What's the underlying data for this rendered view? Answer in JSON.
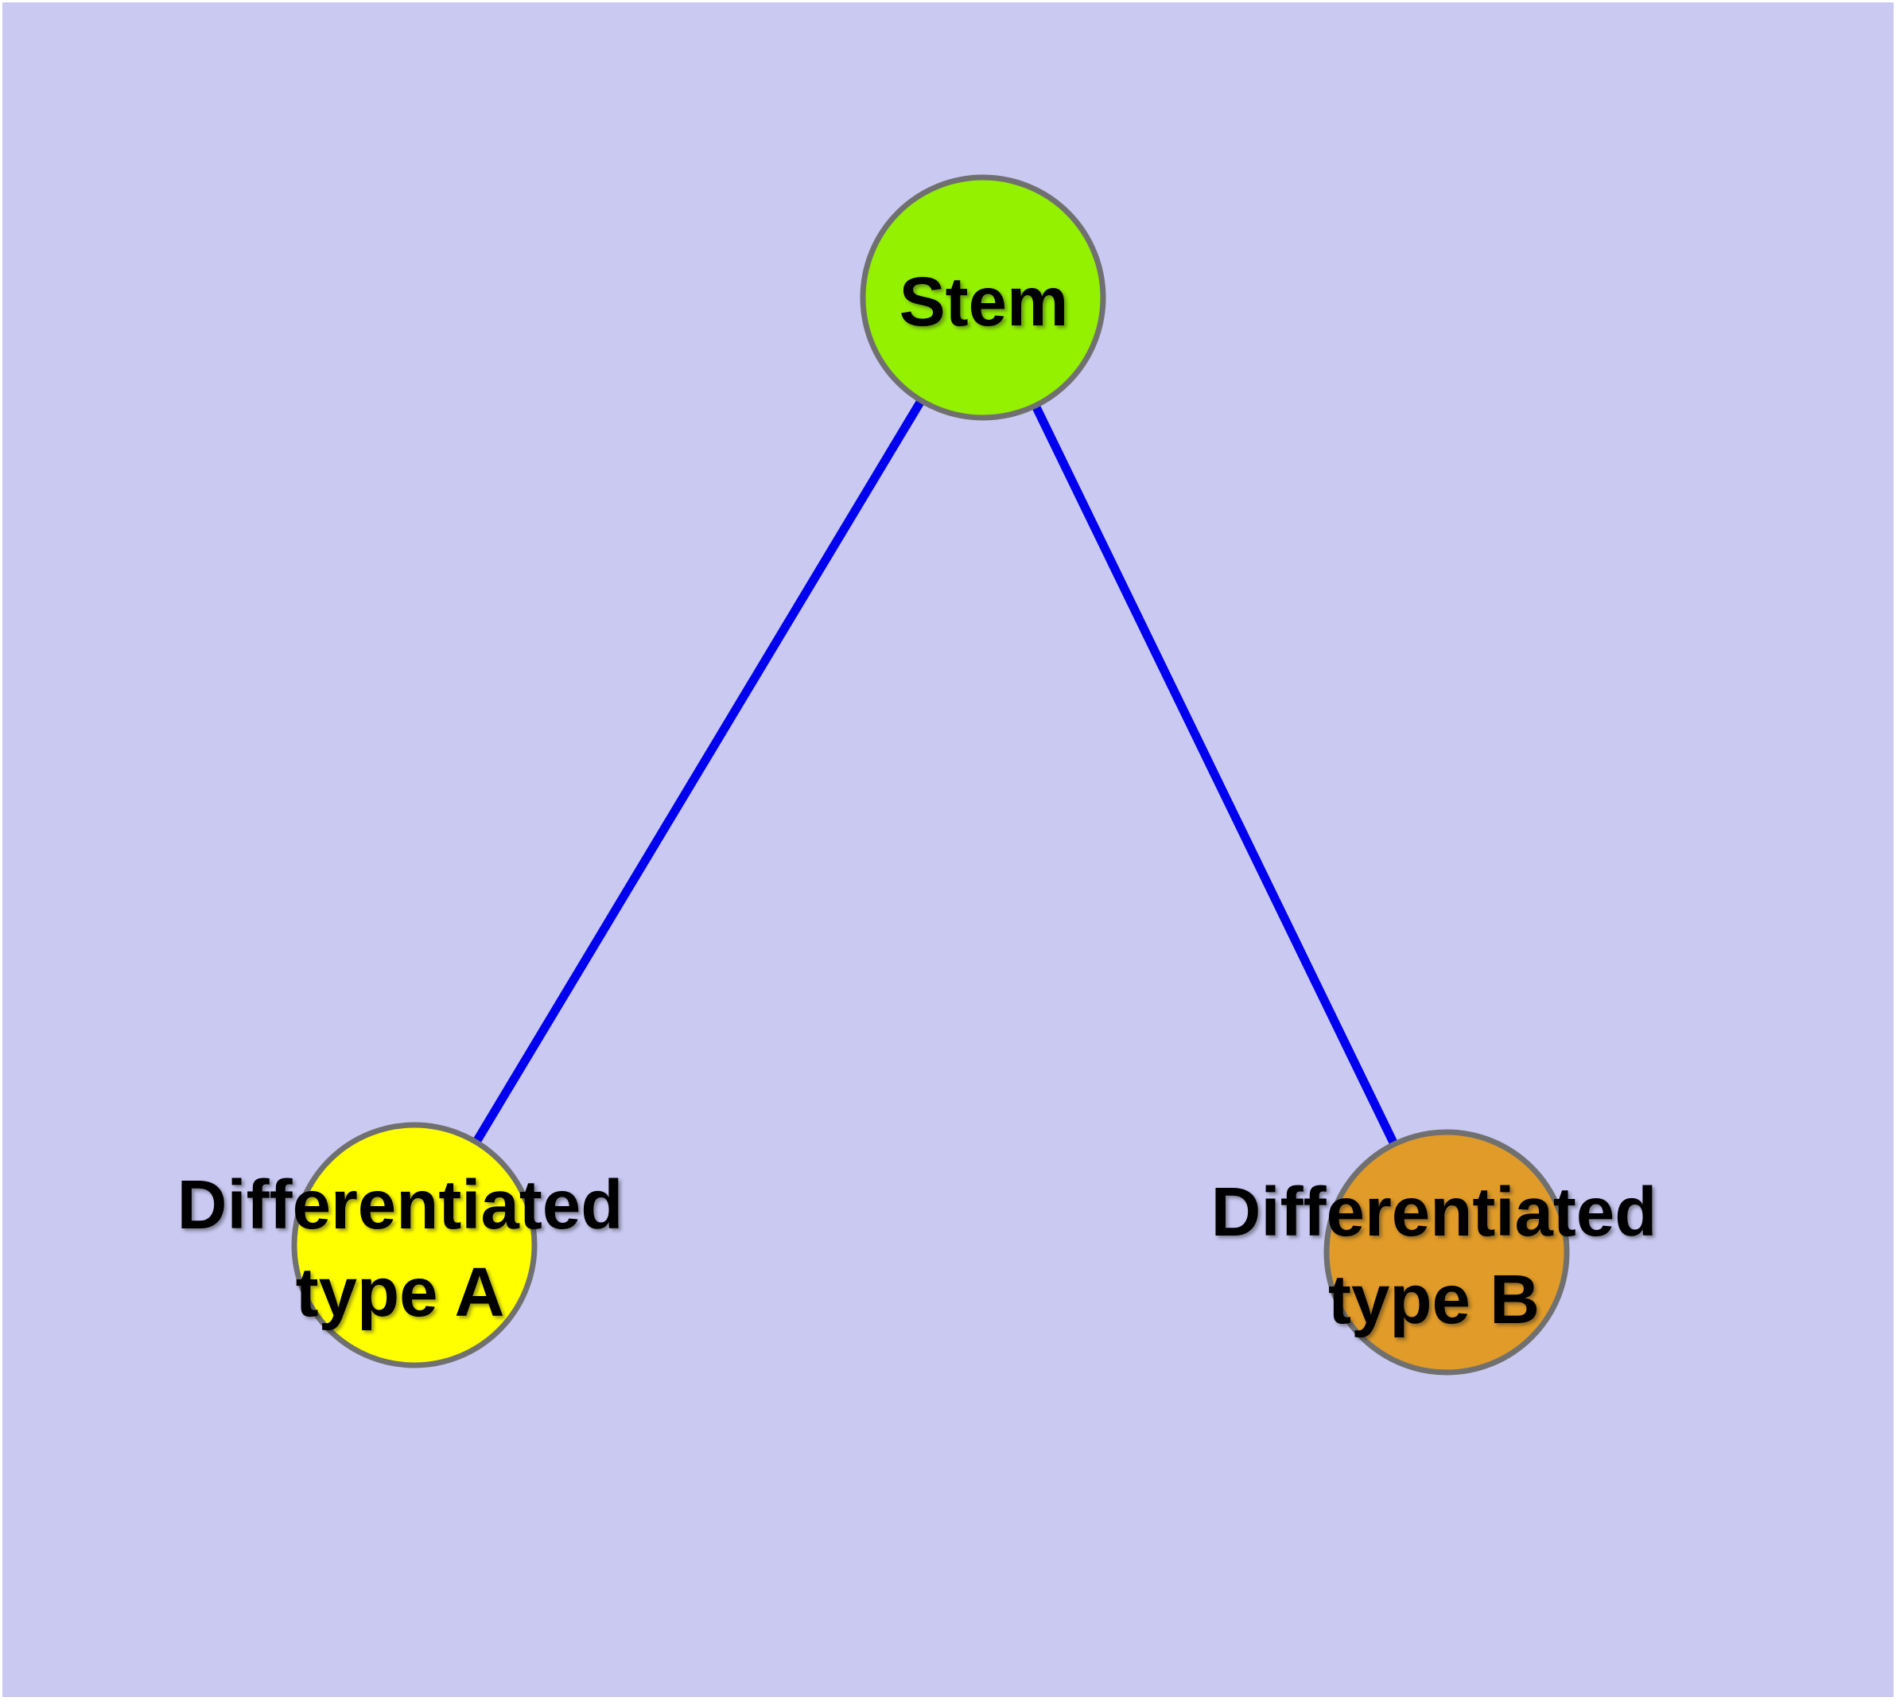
{
  "graph": {
    "background_color": "#c9c9f2",
    "frame_color": "#ffffff",
    "edge_color": "#0000ee",
    "node_border_color": "#707070",
    "label_color": "#000000",
    "nodes": {
      "stem": {
        "label": "Stem",
        "fill_color": "#94f100"
      },
      "type_a": {
        "label_line1": "Differentiated",
        "label_line2": "type A",
        "fill_color": "#ffff00"
      },
      "type_b": {
        "label_line1": "Differentiated",
        "label_line2": "type B",
        "fill_color": "#e09b28"
      }
    },
    "edges": [
      {
        "from": "Stem",
        "to": "Differentiated type A"
      },
      {
        "from": "Stem",
        "to": "Differentiated type B"
      }
    ]
  }
}
